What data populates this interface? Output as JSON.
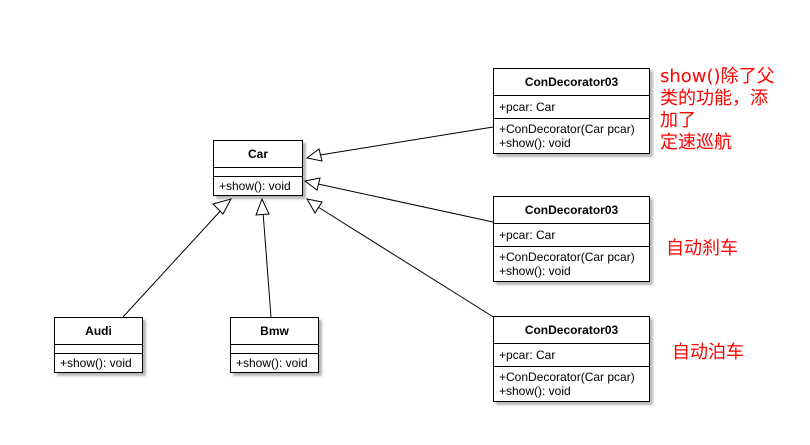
{
  "classes": {
    "car": {
      "name": "Car",
      "attrs": [],
      "methods": [
        "+show(): void"
      ]
    },
    "audi": {
      "name": "Audi",
      "attrs": [],
      "methods": [
        "+show(): void"
      ]
    },
    "bmw": {
      "name": "Bmw",
      "attrs": [],
      "methods": [
        "+show(): void"
      ]
    },
    "decorator_top": {
      "name": "ConDecorator03",
      "attrs": [
        "+pcar: Car"
      ],
      "methods": [
        "+ConDecorator(Car pcar)",
        "+show(): void"
      ]
    },
    "decorator_mid": {
      "name": "ConDecorator03",
      "attrs": [
        "+pcar: Car"
      ],
      "methods": [
        "+ConDecorator(Car pcar)",
        "+show(): void"
      ]
    },
    "decorator_bottom": {
      "name": "ConDecorator03",
      "attrs": [
        "+pcar: Car"
      ],
      "methods": [
        "+ConDecorator(Car pcar)",
        "+show(): void"
      ]
    }
  },
  "notes": {
    "top": [
      "show()除了父",
      "类的功能，添",
      "加了",
      "定速巡航"
    ],
    "mid": "自动刹车",
    "bottom": "自动泊车"
  },
  "colors": {
    "note": "#ff0000",
    "line": "#000000"
  }
}
